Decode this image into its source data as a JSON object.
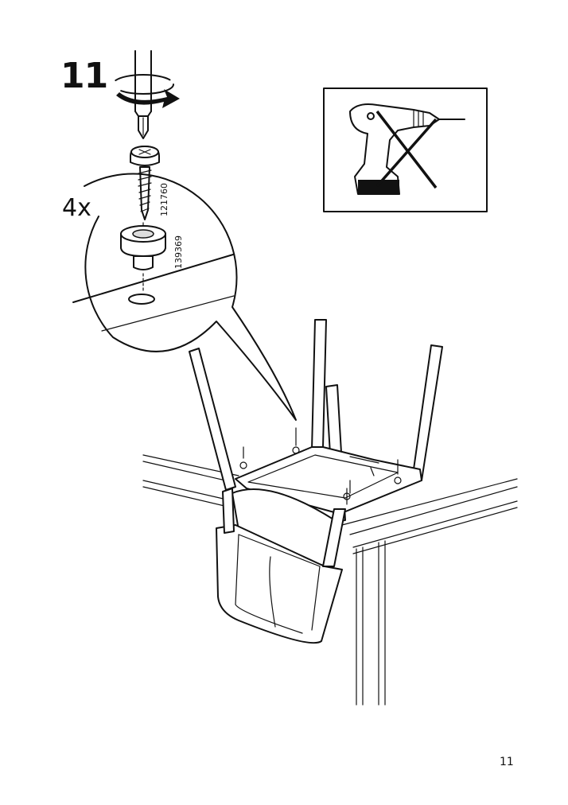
{
  "step": {
    "number": "11",
    "quantity": "4x"
  },
  "parts": [
    {
      "id": "121760",
      "name": "screw"
    },
    {
      "id": "139369",
      "name": "spacer"
    }
  ],
  "tools": {
    "screwdriver": "phillips-screwdriver-icon",
    "drill_prohibited": "no-power-drill-icon"
  },
  "page": {
    "number": "11"
  }
}
